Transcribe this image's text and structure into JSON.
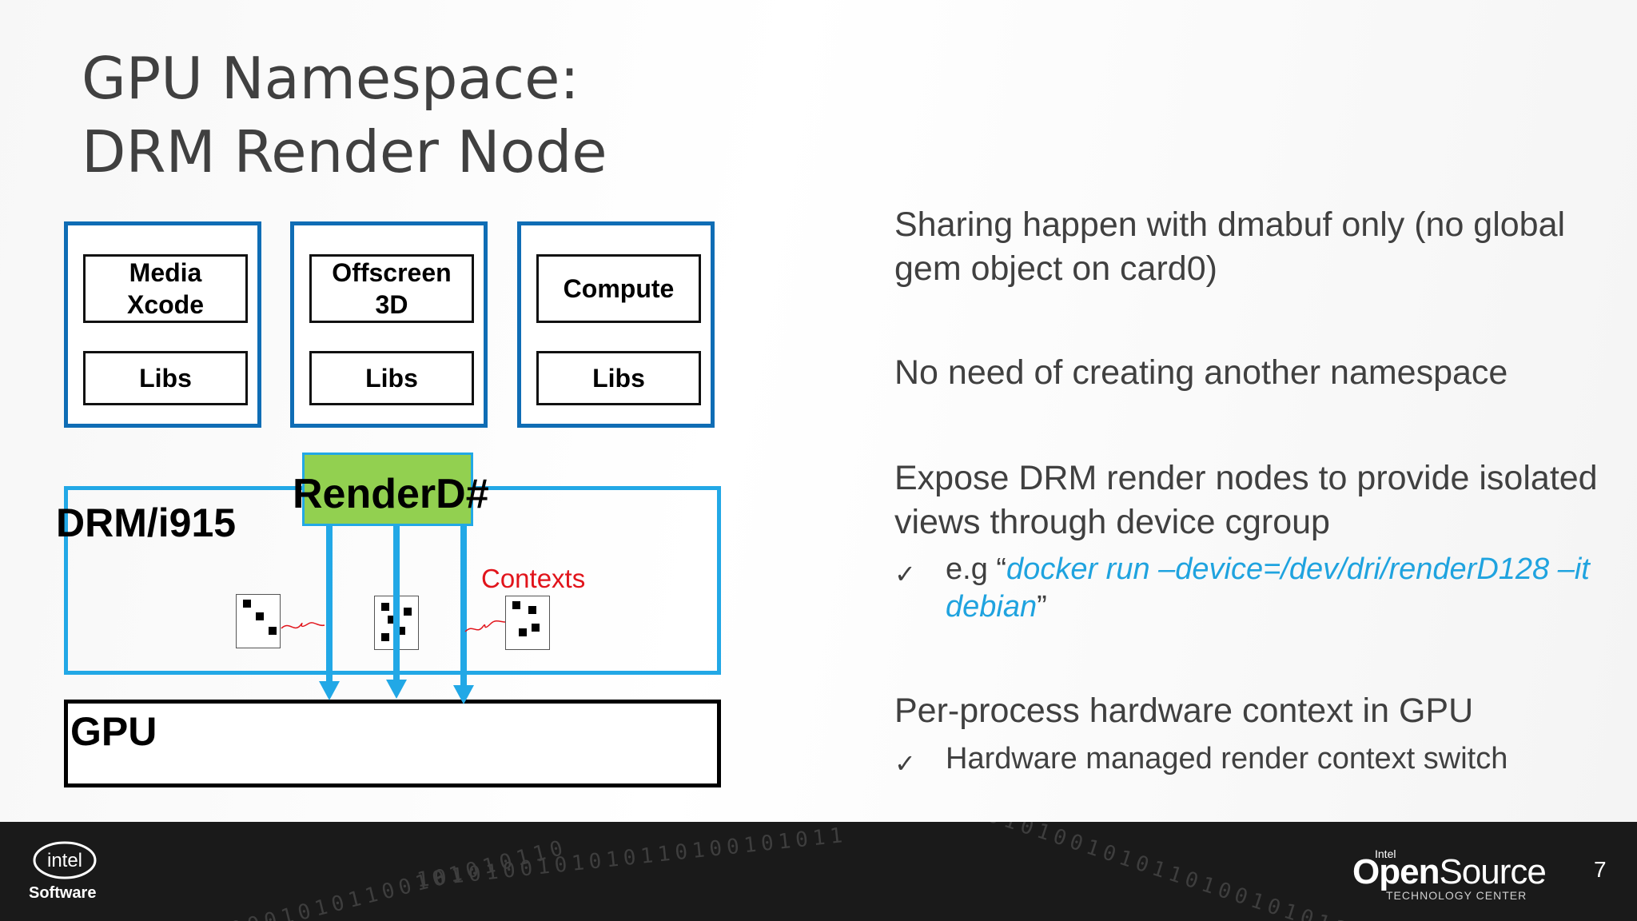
{
  "title": {
    "line1": "GPU Namespace:",
    "line2": "DRM Render Node"
  },
  "diagram": {
    "apps": [
      {
        "top_label": "Media\nXcode",
        "libs_label": "Libs"
      },
      {
        "top_label": "Offscreen\n3D",
        "libs_label": "Libs"
      },
      {
        "top_label": "Compute",
        "libs_label": "Libs"
      }
    ],
    "render_node_label": "RenderD#",
    "drm_label": "DRM/i915",
    "contexts_label": "Contexts",
    "gpu_label": "GPU",
    "colors": {
      "app_border": "#0f6db5",
      "drm_border": "#22a8e6",
      "render_fill": "#92d050",
      "contexts_text": "#e1141b",
      "arrow": "#22a8e6"
    }
  },
  "bullets": {
    "b1": "Sharing happen with dmabuf only (no global gem object on card0)",
    "b2": "No need of creating another namespace",
    "b3": "Expose DRM render nodes to provide isolated views through device cgroup",
    "b3_sub_prefix": "e.g “",
    "b3_sub_cmd": "docker run –device=/dev/dri/renderD128 –it debian",
    "b3_sub_suffix": "”",
    "b4": "Per-process hardware context in GPU",
    "b4_sub": "Hardware managed render context switch",
    "check_mark": "✓"
  },
  "footer": {
    "intel_logo_text": "intel",
    "software": "Software",
    "os_intel": "Intel",
    "os_open": "Open",
    "os_source": "Source",
    "os_center": "TECHNOLOGY CENTER",
    "page_number": "7",
    "binary_a": "0100010101100101010110",
    "binary_b": "1010100101010110100101011",
    "binary_c": "0101010010101101001010110101"
  }
}
